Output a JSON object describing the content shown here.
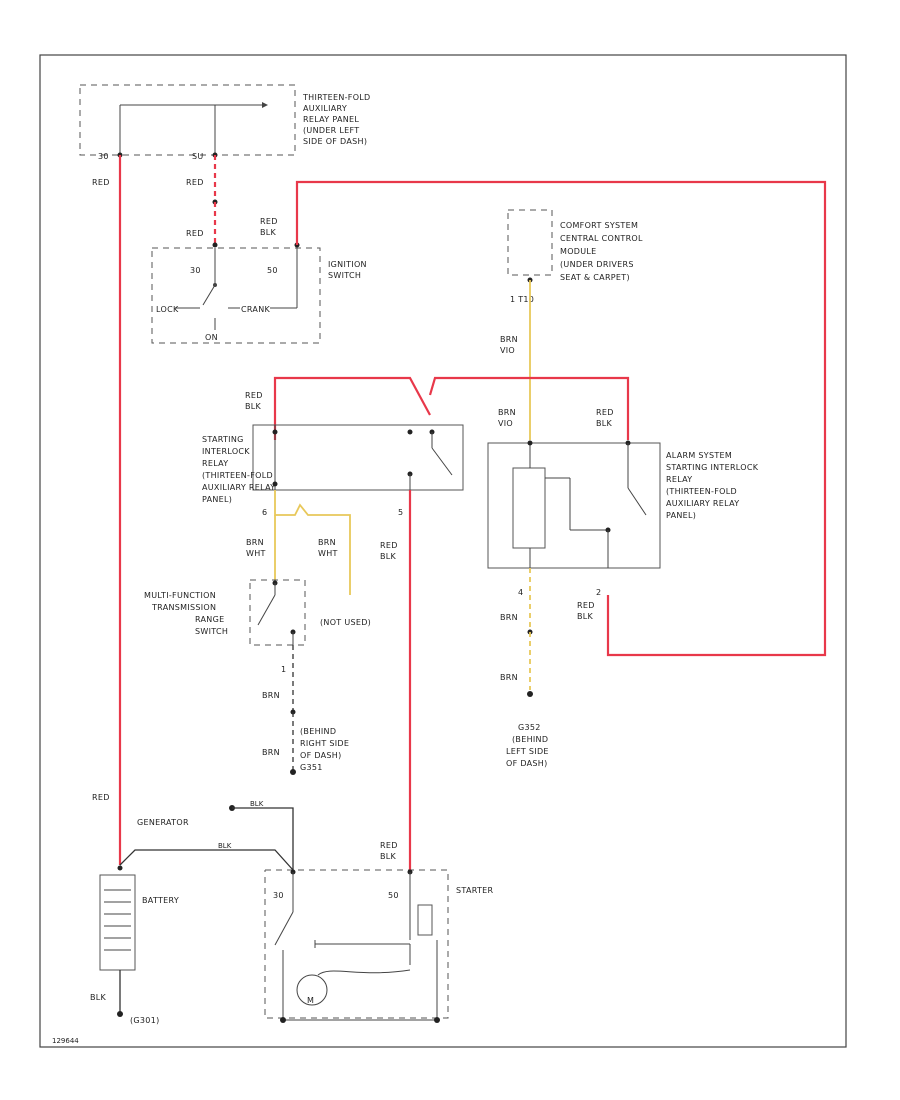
{
  "labels": {
    "aux_panel": [
      "THIRTEEN-FOLD",
      "AUXILIARY",
      "RELAY PANEL",
      "(UNDER LEFT",
      "SIDE OF DASH)"
    ],
    "pin_30": "30",
    "pin_su": "SU",
    "ignition_switch": [
      "IGNITION",
      "SWITCH"
    ],
    "ign_30": "30",
    "ign_50": "50",
    "ign_lock": "LOCK",
    "ign_crank": "CRANK",
    "ign_on": "ON",
    "comfort_module": [
      "COMFORT SYSTEM",
      "CENTRAL CONTROL",
      "MODULE",
      "(UNDER DRIVERS",
      "SEAT & CARPET)"
    ],
    "comfort_pin": "1  T10",
    "starting_relay": [
      "STARTING",
      "INTERLOCK",
      "RELAY",
      "(THIRTEEN-FOLD",
      "AUXILIARY RELAY",
      "PANEL)"
    ],
    "alarm_relay": [
      "ALARM SYSTEM",
      "STARTING INTERLOCK",
      "RELAY",
      "(THIRTEEN-FOLD",
      "AUXILIARY RELAY",
      "PANEL)"
    ],
    "mf_switch": [
      "MULTI-FUNCTION",
      "TRANSMISSION",
      "RANGE",
      "SWITCH"
    ],
    "not_used": "(NOT USED)",
    "ground_right": [
      "(BEHIND",
      "RIGHT SIDE",
      "OF DASH)",
      "G351"
    ],
    "ground_left": [
      "G352",
      "(BEHIND",
      "LEFT SIDE",
      "OF DASH)"
    ],
    "generator": "GENERATOR",
    "battery": "BATTERY",
    "starter": "STARTER",
    "ground_batt": "(G301)",
    "starter_30": "30",
    "starter_50": "50",
    "starter_m": "M",
    "pin_4": "4",
    "pin_5": "5",
    "pin_2": "2",
    "pin_6": "6",
    "pin_1": "1",
    "footer_code": "129644"
  },
  "wires": {
    "red": "RED",
    "red_blk": [
      "RED",
      "BLK"
    ],
    "brn": "BRN",
    "brn_vio": [
      "BRN",
      "VIO"
    ],
    "brn_wht": [
      "BRN",
      "WHT"
    ],
    "blk": "BLK"
  },
  "colors": {
    "red_wire": "#e8384a",
    "yellow_wire": "#e8c85a",
    "black_wire": "#333333"
  }
}
